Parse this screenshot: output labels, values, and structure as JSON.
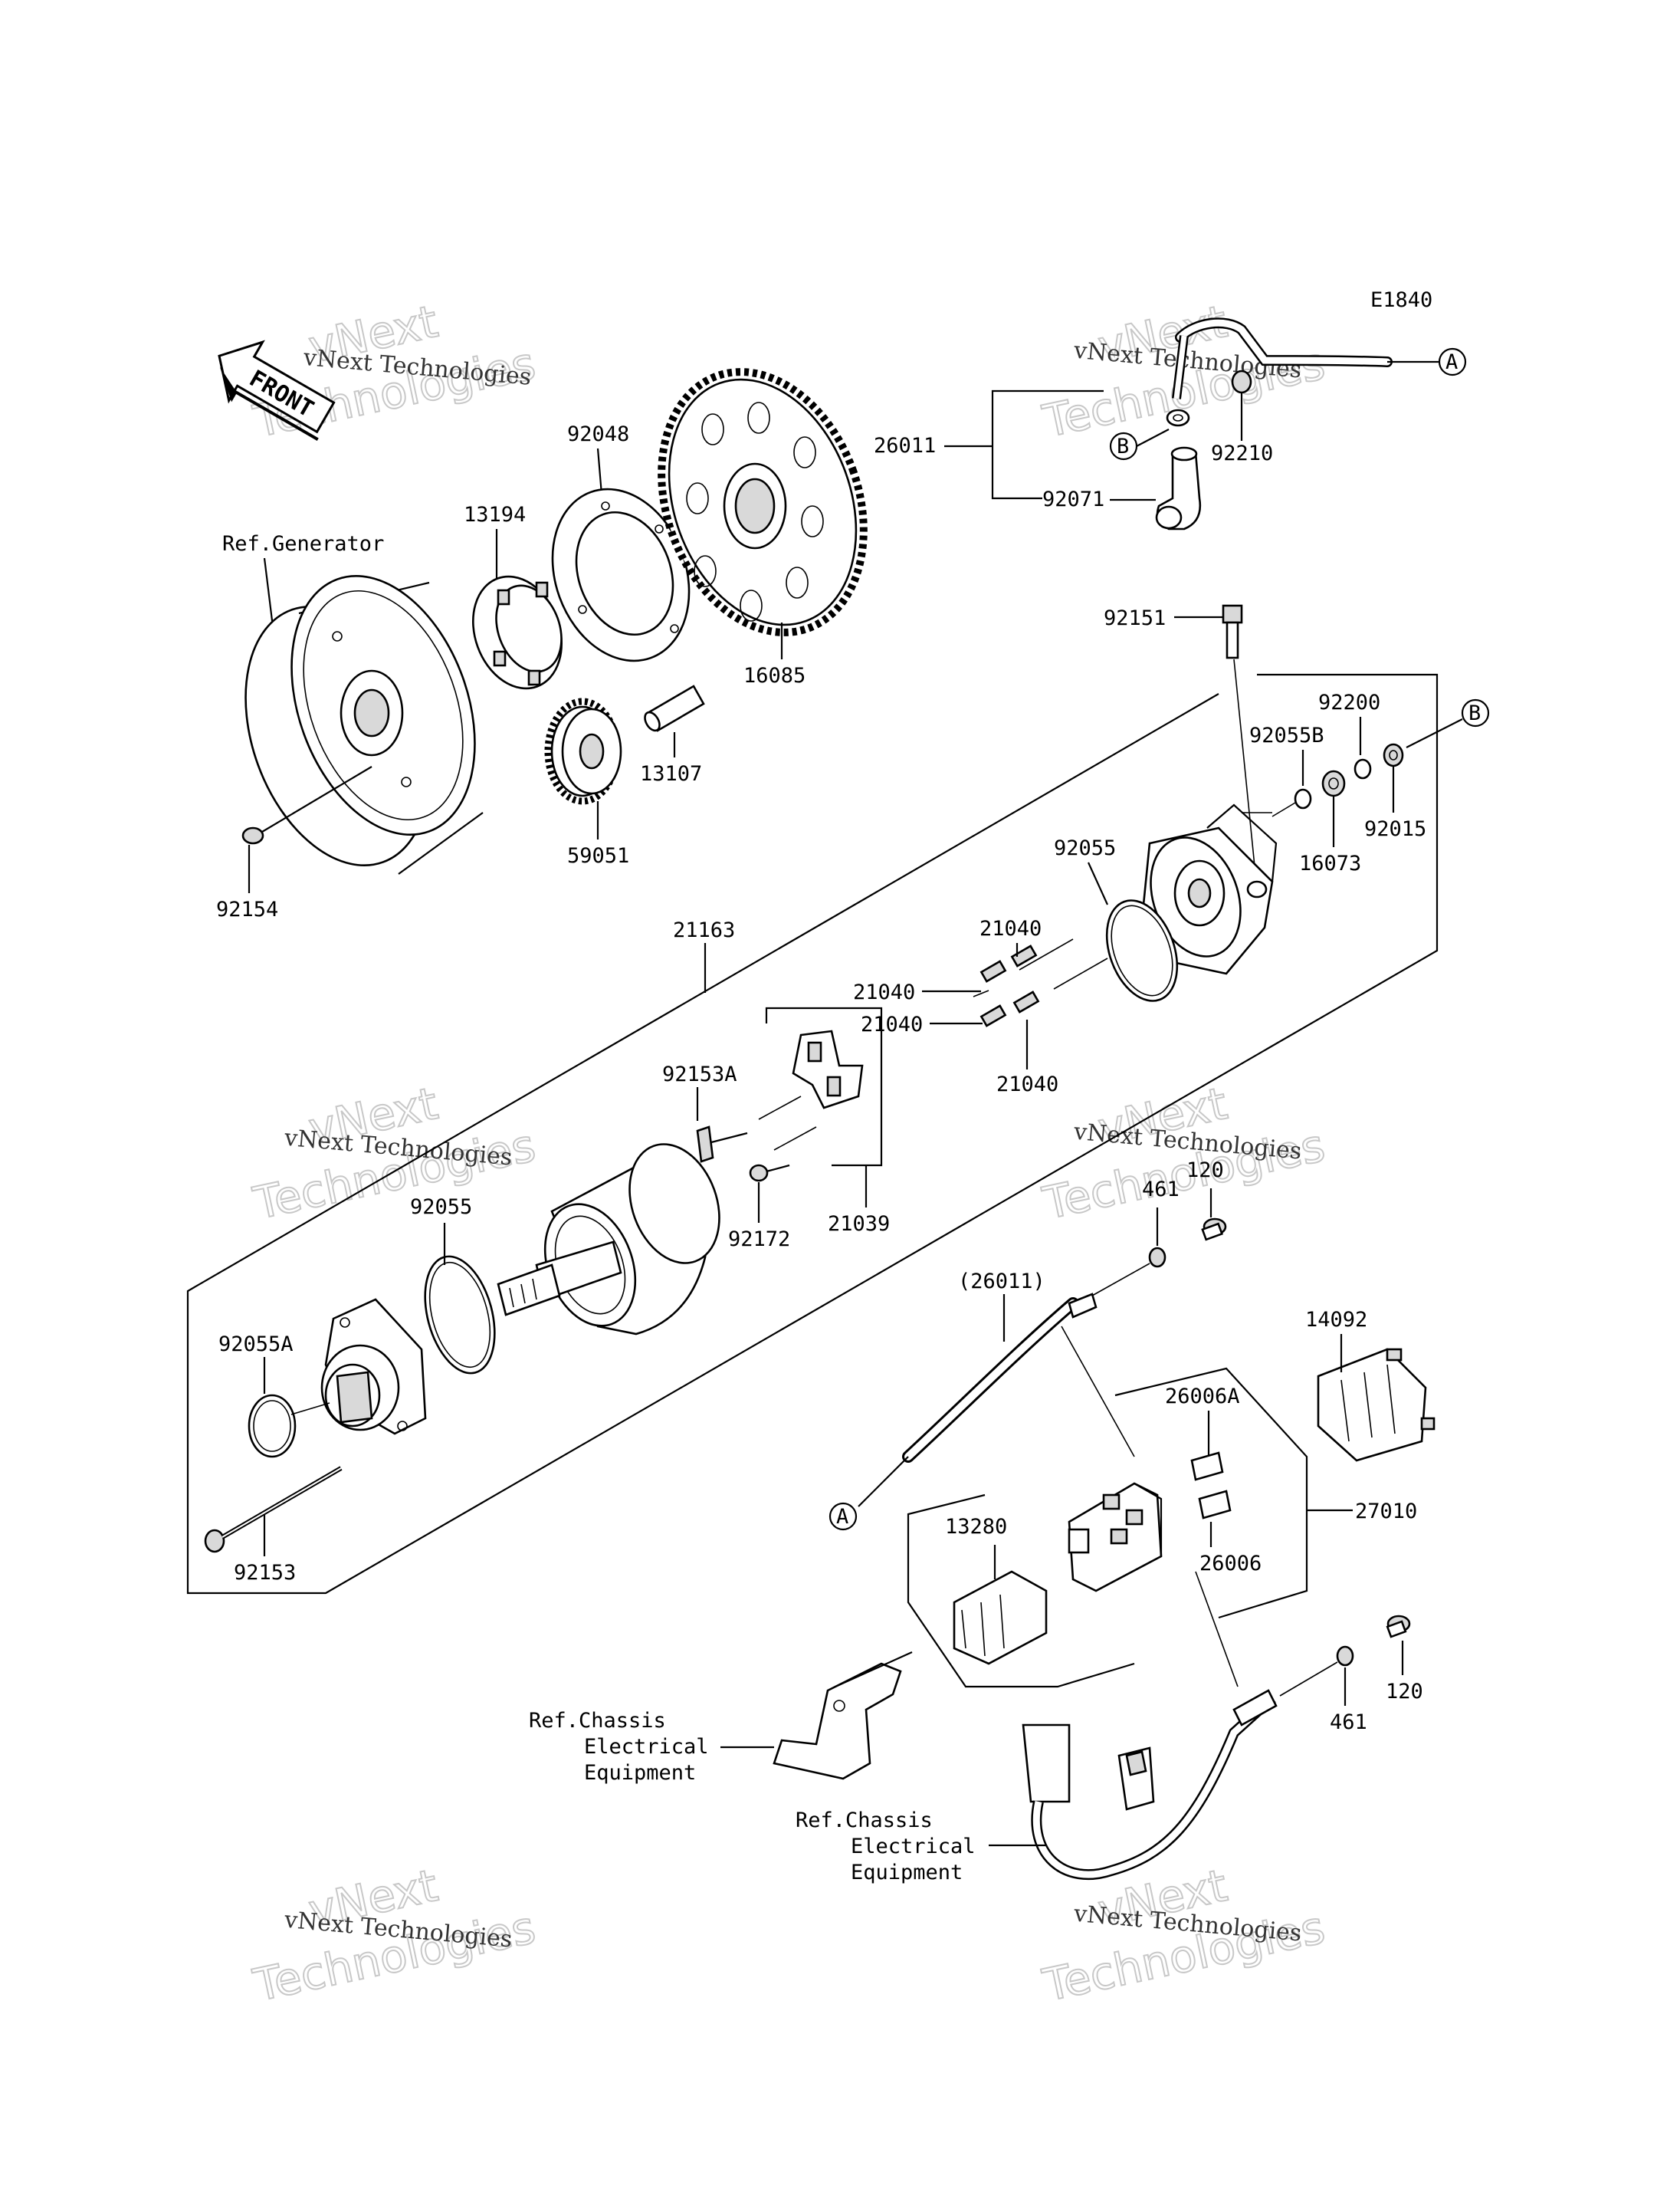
{
  "diagram_code": "E1840",
  "front_badge": "FRONT",
  "watermark": {
    "line1": "vNext",
    "line2": "Technologies",
    "small": "vNext Technologies"
  },
  "connectors": {
    "a": "A",
    "b": "B"
  },
  "refs": {
    "generator": "Ref.Generator",
    "chassis1": [
      "Ref.Chassis",
      "Electrical",
      "Equipment"
    ],
    "chassis2": [
      "Ref.Chassis",
      "Electrical",
      "Equipment"
    ]
  },
  "parts": {
    "p26011": "26011",
    "p92071": "92071",
    "p92210": "92210",
    "p92048": "92048",
    "p13194": "13194",
    "p16085": "16085",
    "p13107": "13107",
    "p59051": "59051",
    "p92154": "92154",
    "p92151": "92151",
    "p92200": "92200",
    "p92055B": "92055B",
    "p92015": "92015",
    "p16073": "16073",
    "p92055_top": "92055",
    "p21163": "21163",
    "p21040_a": "21040",
    "p21040_b": "21040",
    "p21040_c": "21040",
    "p21040_d": "21040",
    "p92153A": "92153A",
    "p92172": "92172",
    "p21039": "21039",
    "p92055_mid": "92055",
    "p92055A": "92055A",
    "p92153": "92153",
    "p120_top": "120",
    "p461_top": "461",
    "p26011_paren": "(26011)",
    "p14092": "14092",
    "p26006A": "26006A",
    "p26006": "26006",
    "p27010": "27010",
    "p13280": "13280",
    "p461_bot": "461",
    "p120_bot": "120"
  }
}
